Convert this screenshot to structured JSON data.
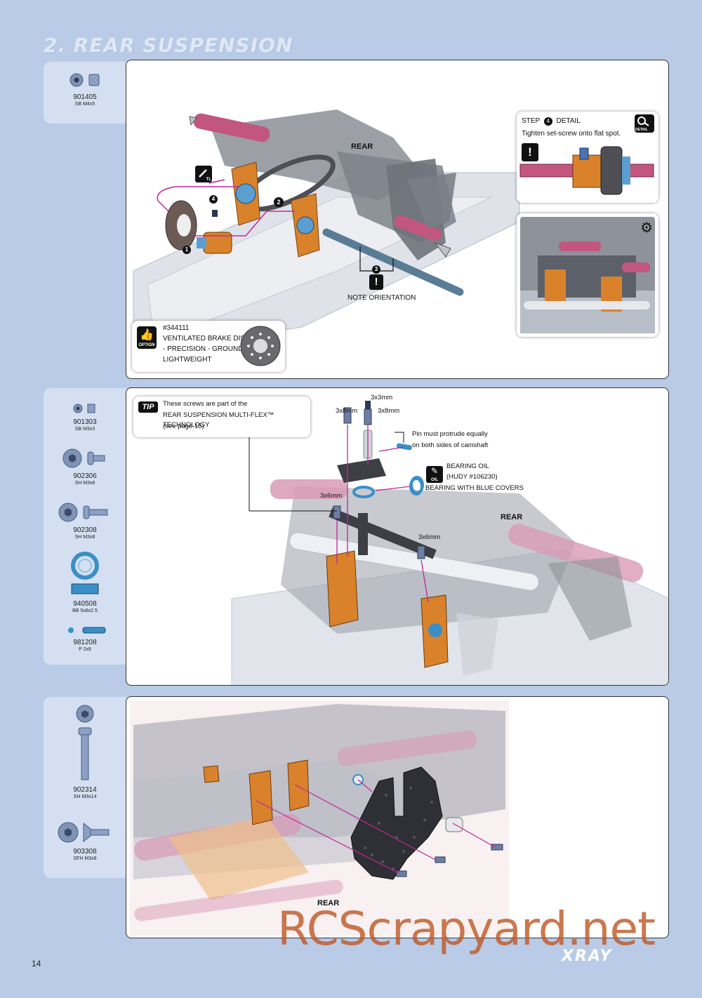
{
  "page": {
    "section_title": "2. REAR SUSPENSION",
    "page_number": "14",
    "watermark": "RCScrapyard.net",
    "brand_logo_text": "XRAY"
  },
  "step1": {
    "parts": [
      {
        "number": "901405",
        "desc": "SB M4x5"
      }
    ],
    "rear_label": "REAR",
    "callouts": {
      "c1": "1",
      "c2": "2",
      "c3": "3",
      "c4": "4"
    },
    "tool_tag": "TL",
    "note_orientation": "NOTE ORIENTATION",
    "detail_box": {
      "step_word": "STEP",
      "step_num": "4",
      "detail_word": "DETAIL",
      "text": "Tighten set-screw onto flat spot.",
      "badge": "DETAIL"
    },
    "option_box": {
      "badge": "OPTION",
      "part_number": "#344111",
      "lines": [
        "VENTILATED BRAKE DISC",
        "- PRECISION - GROUND -",
        "LIGHTWEIGHT"
      ]
    }
  },
  "step2": {
    "parts": [
      {
        "number": "901303",
        "desc": "SB M3x3"
      },
      {
        "number": "902306",
        "desc": "SH M3x6"
      },
      {
        "number": "902308",
        "desc": "SH M3x8"
      },
      {
        "number": "940508",
        "desc": "BB 5x8x2.5"
      },
      {
        "number": "981208",
        "desc": "P 2x8"
      }
    ],
    "tip_box": {
      "badge": "TIP",
      "lines": [
        "These screws are part of the",
        "REAR SUSPENSION MULTI-FLEX™ TECHNOLOGY",
        "(see page 15)"
      ]
    },
    "labels": {
      "top_screw": "3x3mm",
      "left_screw": "3x8mm",
      "right_screw": "3x8mm",
      "pin_note_1": "Pin must protrude equally",
      "pin_note_2": "on both sides of camshaft",
      "oil_1": "BEARING OIL",
      "oil_2": "(HUDY #106230)",
      "oil_3": "BEARING WITH BLUE COVERS",
      "oil_badge": "OIL",
      "screw_a": "3x6mm",
      "screw_b": "3x6mm",
      "rear_label": "REAR"
    }
  },
  "step3": {
    "parts": [
      {
        "number": "902314",
        "desc": "SH M3x14"
      },
      {
        "number": "903308",
        "desc": "SFH M3x8"
      }
    ],
    "rear_label": "REAR"
  },
  "colors": {
    "background": "#b9cbe7",
    "part_panel": "#d4e0f1",
    "orange_part": "#d9822b",
    "blue_part": "#5b9fd2",
    "pink_shaft": "#c2567f",
    "magenta_guide": "#c0279a"
  }
}
